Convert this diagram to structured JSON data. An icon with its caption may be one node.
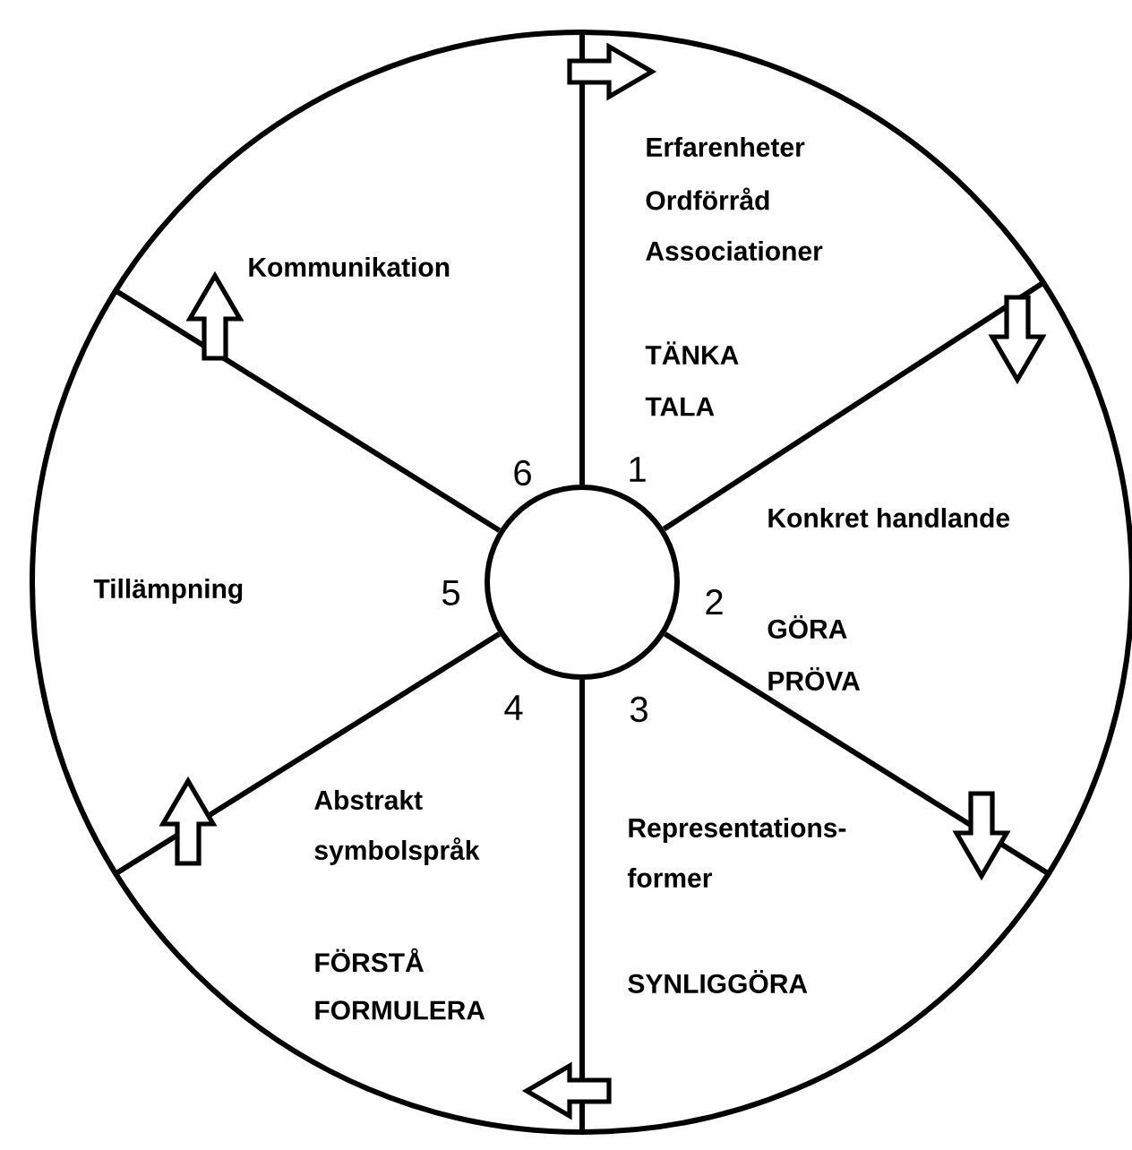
{
  "diagram": {
    "nodes": [
      {
        "text": [],
        "shape": "circle"
      },
      {
        "text": [],
        "shape": "circle",
        "in": 0
      }
    ],
    "edges": [
      {
        "from": 1,
        "to": 0,
        "arrow": "none"
      },
      {
        "from": 1,
        "to": 0,
        "arrow": "none"
      },
      {
        "from": 1,
        "to": 0,
        "arrow": "none"
      },
      {
        "from": 1,
        "to": 0,
        "arrow": "none"
      },
      {
        "from": 1,
        "to": 0,
        "arrow": "none"
      },
      {
        "from": 1,
        "to": 0,
        "arrow": "none"
      }
    ],
    "labels": [
      "Erfarenheter",
      "Ordförråd",
      "Associationer",
      "Kommunikation",
      "TÄNKA",
      "TALA",
      "6",
      "1",
      "Konkret handlande",
      "Tillämpning",
      "5",
      "2",
      "GÖRA",
      "PRÖVA",
      "4",
      "3",
      "Abstrakt symbolspråk",
      "Representations- former",
      "FÖRSTÅ",
      "SYNLIGGÖRA",
      "FORMULERA"
    ]
  }
}
